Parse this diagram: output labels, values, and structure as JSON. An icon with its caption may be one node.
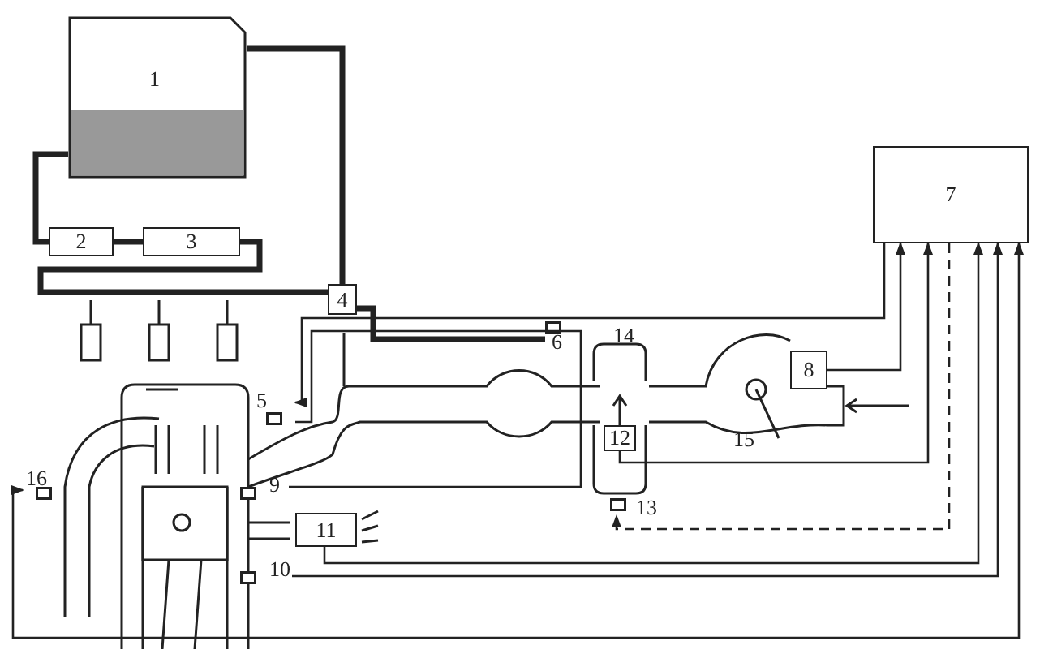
{
  "diagram": {
    "nodes": [
      {
        "text": [
          "1"
        ]
      },
      {
        "text": [
          "7"
        ]
      },
      {
        "text": [
          "2"
        ]
      },
      {
        "text": [
          "3"
        ]
      },
      {
        "text": [
          "4"
        ]
      },
      {
        "text": [
          "6"
        ]
      },
      {
        "text": [
          "8"
        ]
      },
      {
        "text": [
          "5"
        ]
      },
      {
        "text": [
          "12"
        ]
      },
      {
        "text": [
          "16"
        ]
      },
      {
        "text": [
          "9"
        ]
      },
      {
        "text": [
          "13"
        ]
      },
      {
        "text": [
          "11"
        ]
      },
      {
        "text": [
          "10"
        ]
      }
    ],
    "edges": [
      {
        "from": 0,
        "to": 2,
        "arrow": "none",
        "style": "thick"
      },
      {
        "from": 2,
        "to": 3,
        "arrow": "none",
        "style": "thick"
      },
      {
        "from": 3,
        "to": 4,
        "arrow": "none",
        "style": "thick"
      },
      {
        "from": 4,
        "to": 0,
        "arrow": "none",
        "style": "thick"
      },
      {
        "from": 4,
        "to": 5,
        "arrow": "none",
        "style": "thick"
      },
      {
        "from": 1,
        "to": 7,
        "arrow": "to"
      },
      {
        "from": 10,
        "to": 7,
        "arrow": "none"
      },
      {
        "from": 6,
        "to": 1,
        "arrow": "to"
      },
      {
        "from": 8,
        "to": 1,
        "arrow": "to"
      },
      {
        "from": 1,
        "to": 11,
        "arrow": "to",
        "style": "dashed"
      },
      {
        "from": 12,
        "to": 1,
        "arrow": "to"
      },
      {
        "from": 13,
        "to": 1,
        "arrow": "to"
      },
      {
        "from": 9,
        "to": 1,
        "arrow": "both"
      }
    ],
    "labels": [
      "14",
      "15"
    ]
  }
}
